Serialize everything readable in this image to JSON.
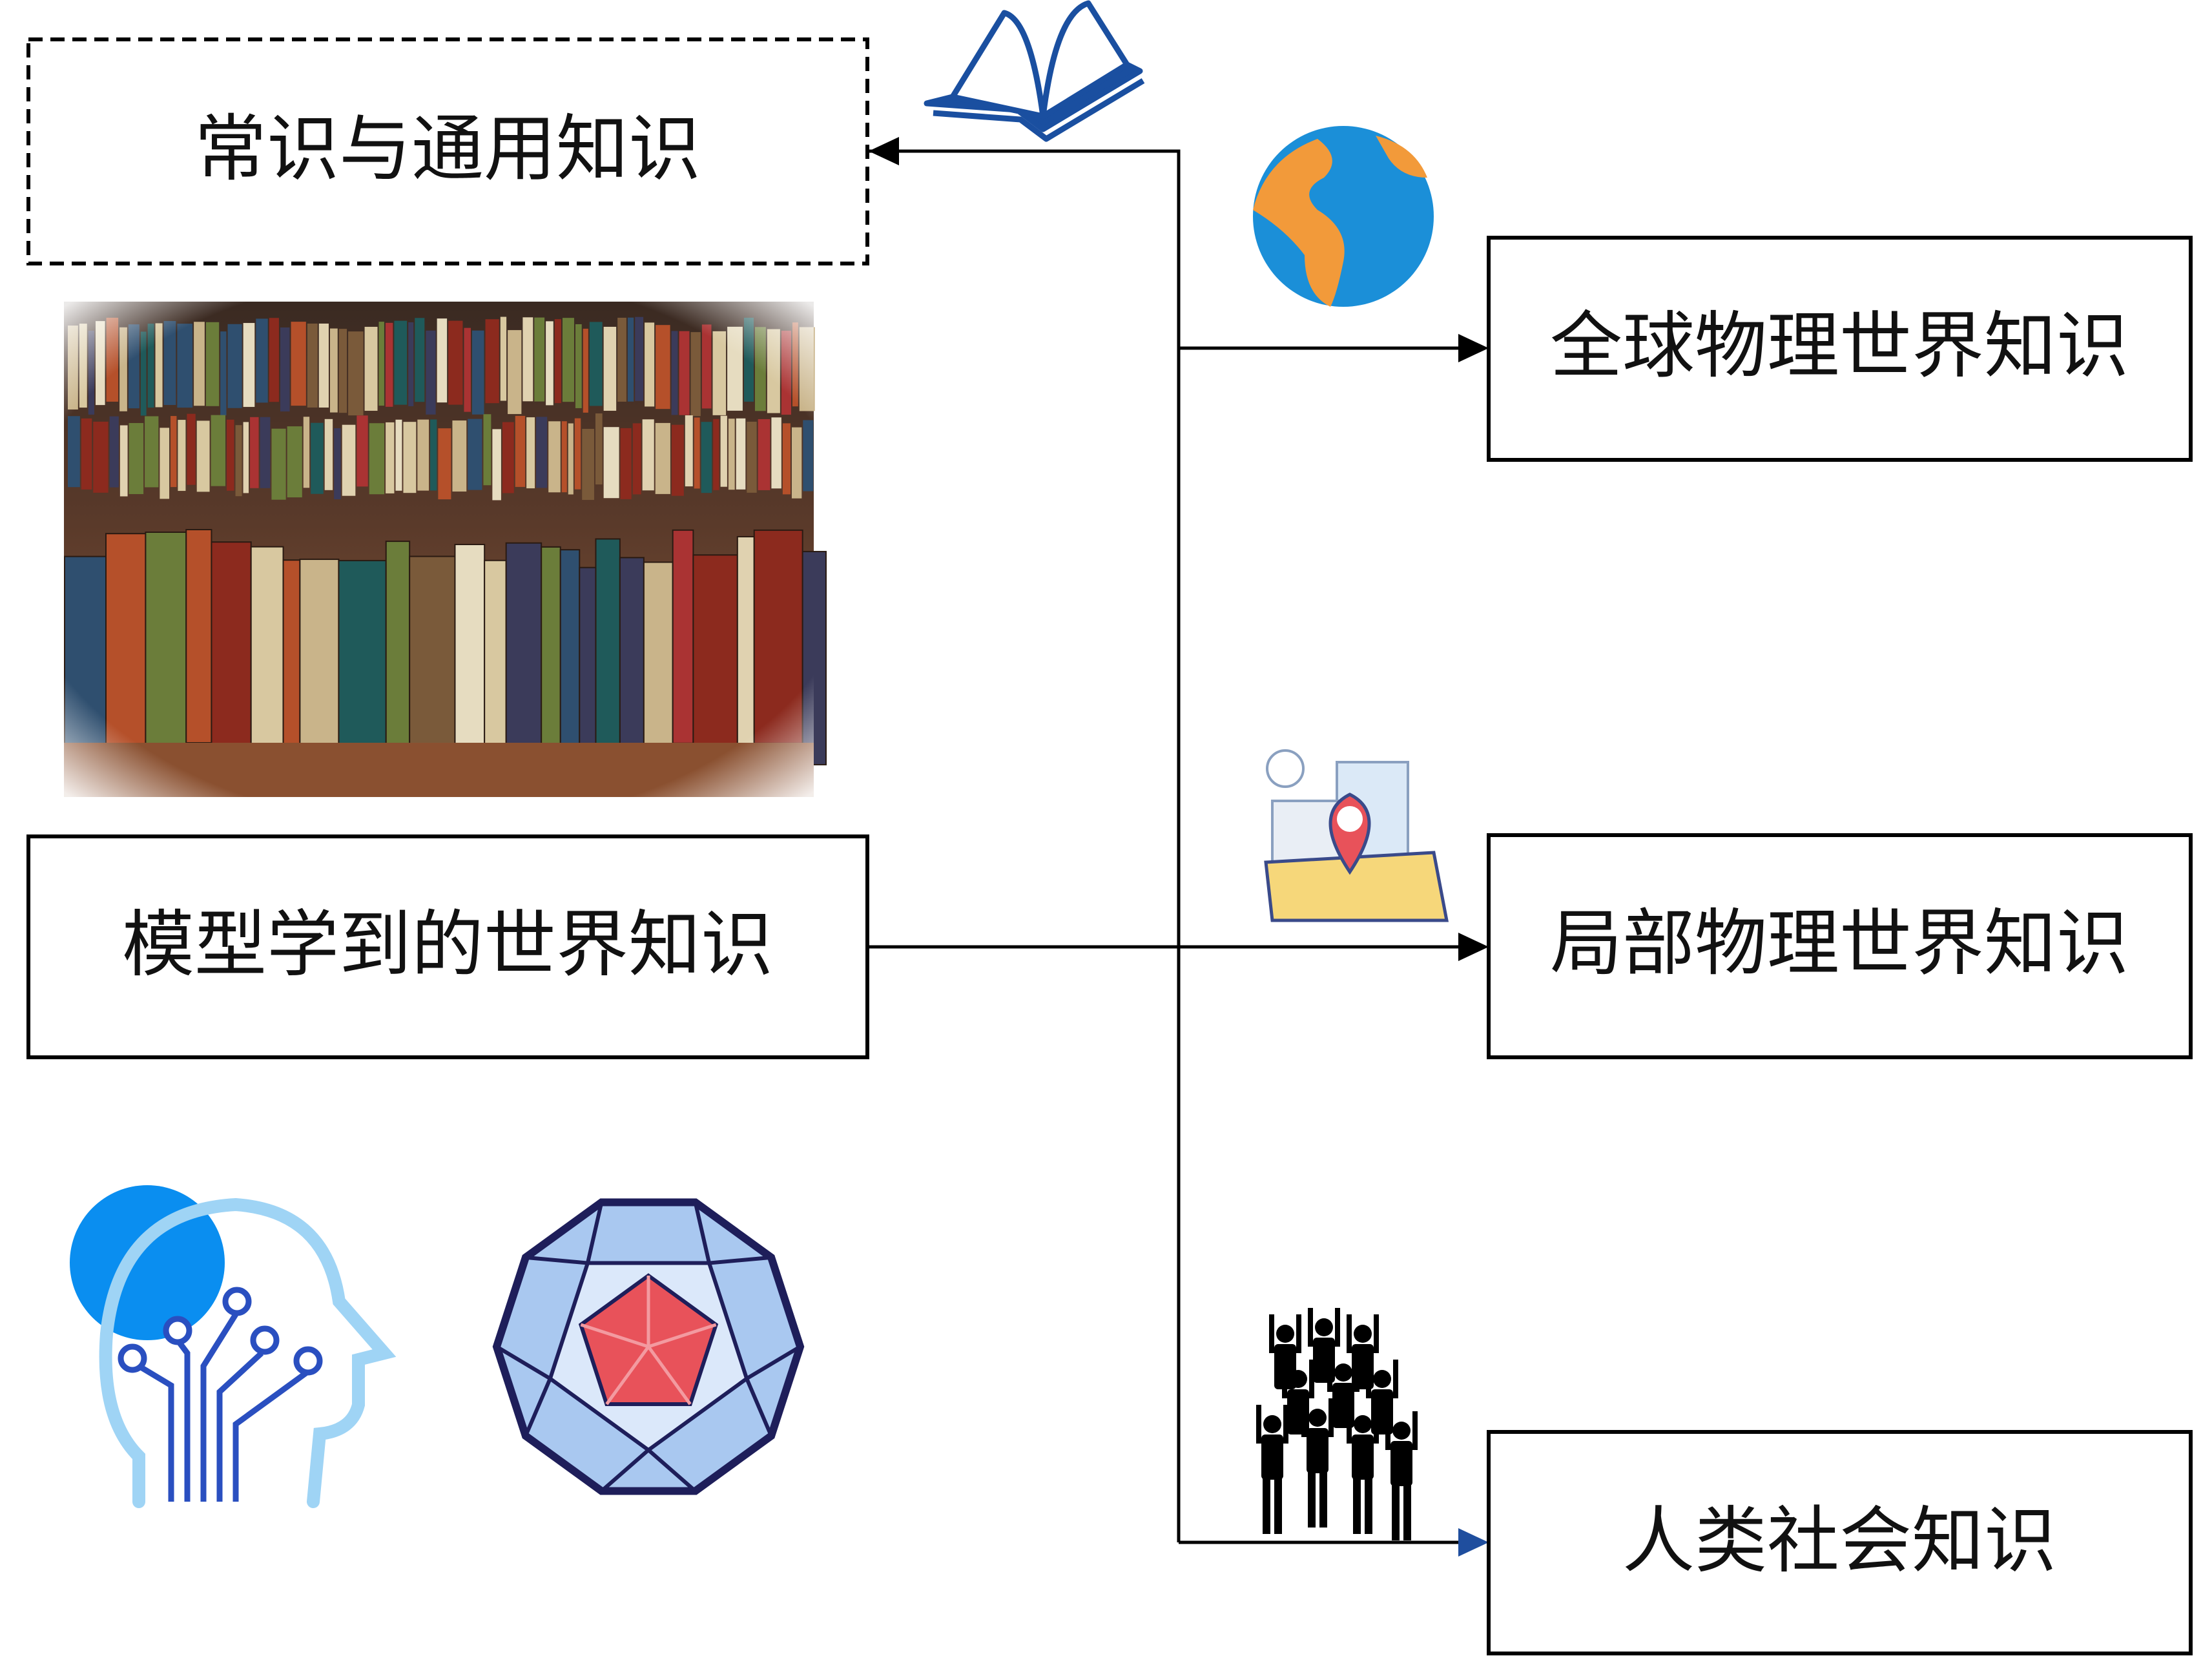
{
  "boxes": {
    "common_knowledge": "常识与通用知识",
    "model_world_knowledge": "模型学到的世界知识",
    "global_physical": "全球物理世界知识",
    "local_physical": "局部物理世界知识",
    "human_society": "人类社会知识"
  },
  "icons": [
    "open-book-icon",
    "globe-icon",
    "map-location-icon",
    "crowd-icon",
    "ai-head-icon",
    "polyhedron-icon",
    "library-bookshelf-image"
  ],
  "colors": {
    "line": "#000000",
    "arrow_human": "#1f4e9e",
    "book_blue": "#1a4fa0",
    "globe_ocean": "#1b8fd8",
    "globe_land": "#f29a3a",
    "pin_red": "#e8525a"
  }
}
